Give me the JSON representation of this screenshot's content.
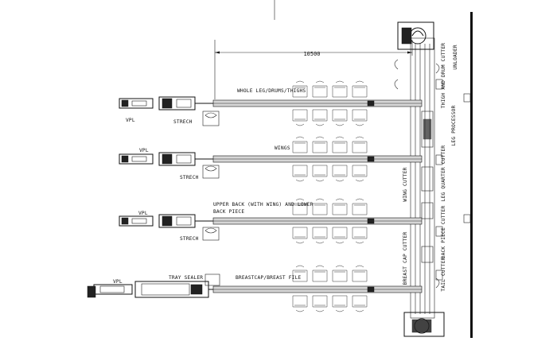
{
  "dimension": {
    "value": "10500"
  },
  "lines": [
    {
      "product_label": "WHOLE LEG/DRUMS/THIGHS",
      "vpl_label": "VPL",
      "station_label": "STRECH"
    },
    {
      "product_label": "WINGS",
      "vpl_label": "VPL",
      "station_label": "STRECH"
    },
    {
      "product_label_1": "UPPER BACK (WITH WING) AND LOWER",
      "product_label_2": "BACK PIECE",
      "vpl_label": "VPL",
      "station_label": "STRECH"
    },
    {
      "product_label": "BREASTCAP/BREAST FILE",
      "vpl_label": "VPL",
      "station_label": "TRAY SEALER"
    }
  ],
  "vertical_labels": {
    "thigh_drum_cutter": "THIGH AND DRUM CUTTER",
    "unloader": "UNLOADER",
    "leg_processor": "LEG PROCESSOR",
    "wing_cutter": "WING CUTTER",
    "leg_quarter_cutter": "LEG QUARTER CUTTER",
    "back_piece_cutter": "BACK PIECE CUTTER",
    "breast_cap_cutter": "BREAST CAP CUTTER",
    "tail_cutter": "TAIL CUTTER"
  },
  "colors": {
    "line": "#111111",
    "belt": "#d6d6d6",
    "background": "#ffffff"
  }
}
